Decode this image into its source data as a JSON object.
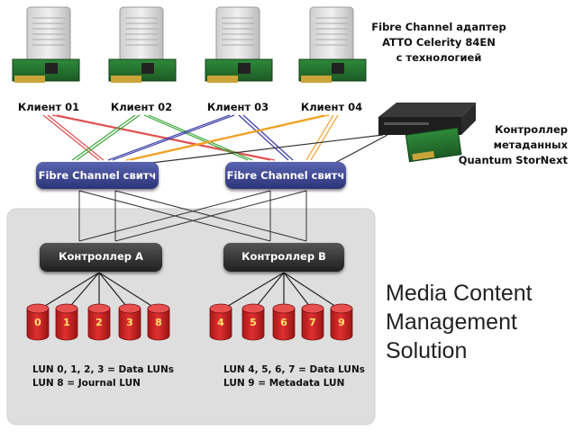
{
  "clients": [
    {
      "label": "Клиент 01"
    },
    {
      "label": "Клиент 02"
    },
    {
      "label": "Клиент 03"
    },
    {
      "label": "Клиент 04"
    }
  ],
  "adapter_caption": [
    "Fibre Channel адаптер",
    "ATTO Celerity 84EN",
    "с технологией"
  ],
  "metadata_controller": [
    "Контроллер",
    "метаданных",
    "Quantum StorNext"
  ],
  "switches": [
    {
      "label": "Fibre Channel свитч"
    },
    {
      "label": "Fibre Channel свитч"
    }
  ],
  "controllers": [
    {
      "label": "Контроллер А"
    },
    {
      "label": "Контроллер В"
    }
  ],
  "luns_a": [
    "0",
    "1",
    "2",
    "3",
    "8"
  ],
  "luns_b": [
    "4",
    "5",
    "6",
    "7",
    "9"
  ],
  "lun_notes_a": [
    "LUN 0, 1, 2, 3 = Data LUNs",
    "LUN 8 = Journal LUN"
  ],
  "lun_notes_b": [
    "LUN 4, 5, 6, 7 = Data LUNs",
    "LUN 9 = Metadata LUN"
  ],
  "solution_title": [
    "Media Content",
    "Management",
    "Solution"
  ],
  "colors": {
    "client1_link": "#e05050",
    "client2_link": "#3aa63a",
    "client3_link": "#3c3ca8",
    "client4_link": "#f0a020",
    "switch_fill": "#3a4290",
    "controller_fill": "#333333",
    "lun_fill": "#cc2020",
    "panel_fill": "#e2e2e2"
  }
}
